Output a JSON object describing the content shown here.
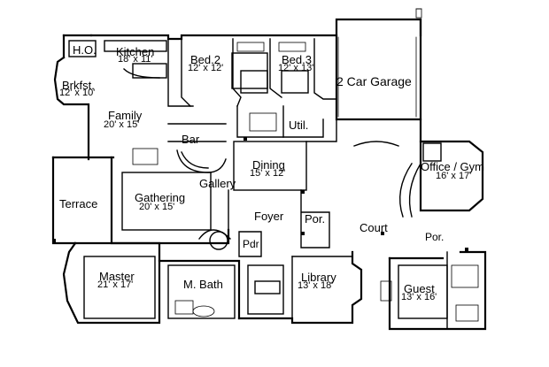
{
  "rooms": {
    "ho": "H.O.",
    "kitchen": {
      "name": "Kitchen",
      "dims": "18' x 11'"
    },
    "bed2": {
      "name": "Bed.2",
      "dims": "12' x 12'"
    },
    "bed3": {
      "name": "Bed.3",
      "dims": "12' x 13'"
    },
    "garage": "2 Car Garage",
    "brkfst": {
      "name": "Brkfst.",
      "dims": "12' x 10'"
    },
    "family": {
      "name": "Family",
      "dims": "20' x 15'"
    },
    "util": "Util.",
    "bar": "Bar",
    "dining": {
      "name": "Dining",
      "dims": "15' x 12'"
    },
    "office": {
      "name": "Office / Gym",
      "dims": "16' x 17'"
    },
    "gallery": "Gallery",
    "gathering": {
      "name": "Gathering",
      "dims": "20' x 15'"
    },
    "terrace": "Terrace",
    "foyer": "Foyer",
    "porch_main": "Por.",
    "court": "Court",
    "porch_guest": "Por.",
    "pdr": "Pdr",
    "master": {
      "name": "Master",
      "dims": "21' x 17'"
    },
    "mbath": "M. Bath",
    "library": {
      "name": "Library",
      "dims": "13' x 18'"
    },
    "guest": {
      "name": "Guest",
      "dims": "13' x 16'"
    }
  }
}
